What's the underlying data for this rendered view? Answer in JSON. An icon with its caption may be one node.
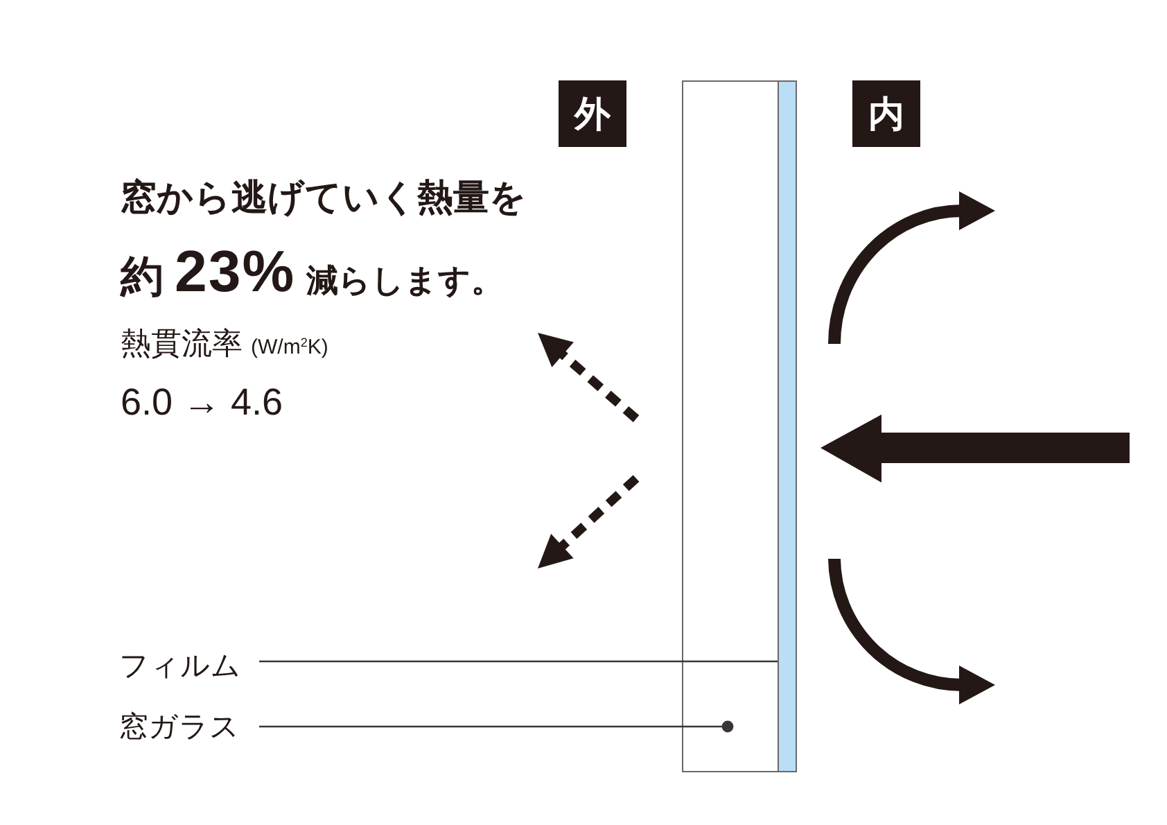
{
  "diagram": {
    "nodes": [
      {
        "text": [
          "外"
        ]
      },
      {
        "text": [
          "内"
        ]
      },
      {
        "text": [],
        "shape": "box"
      },
      {
        "text": [],
        "shape": "bar"
      },
      {
        "text": [
          "フィルム"
        ]
      },
      {
        "text": [
          "窓ガラス"
        ]
      }
    ],
    "edges": [
      {
        "from": 4,
        "to": 3,
        "arrow": "none"
      },
      {
        "from": 5,
        "to": 2,
        "arrow": "other"
      }
    ],
    "labels": [
      "窓から逃げていく熱量を",
      "約",
      "23%",
      "減らします。",
      "熱貫流率",
      "(W/m$^{2}$K)",
      "6.0 → 4.6"
    ]
  }
}
